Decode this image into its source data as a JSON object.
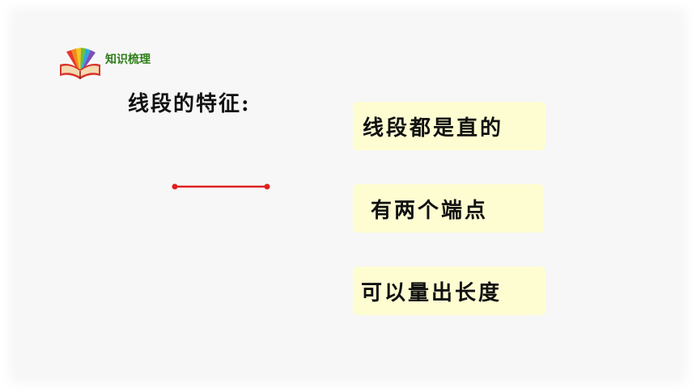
{
  "header": {
    "icon": "open-book-icon",
    "section_label": "知识梳理"
  },
  "heading": "线段的特征:",
  "segment": {
    "color": "#e02020"
  },
  "features": [
    {
      "text": "线段都是直的"
    },
    {
      "text": "有两个端点"
    },
    {
      "text": "可以量出长度"
    }
  ],
  "colors": {
    "accent_green": "#2e7d18",
    "box_fill": "#fefdd2",
    "segment_red": "#e02020"
  }
}
